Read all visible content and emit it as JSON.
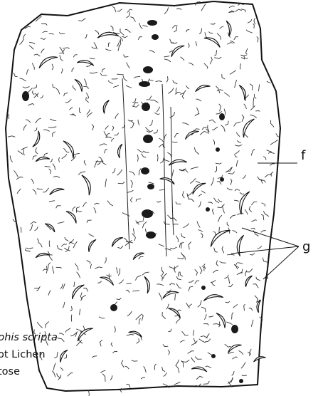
{
  "caption": {
    "species": "phis scripta",
    "common_name": "ot Lichen",
    "form": "tose"
  },
  "labels": {
    "f": "f",
    "g": "g"
  },
  "colors": {
    "ink": "#111111",
    "paper": "#ffffff"
  }
}
